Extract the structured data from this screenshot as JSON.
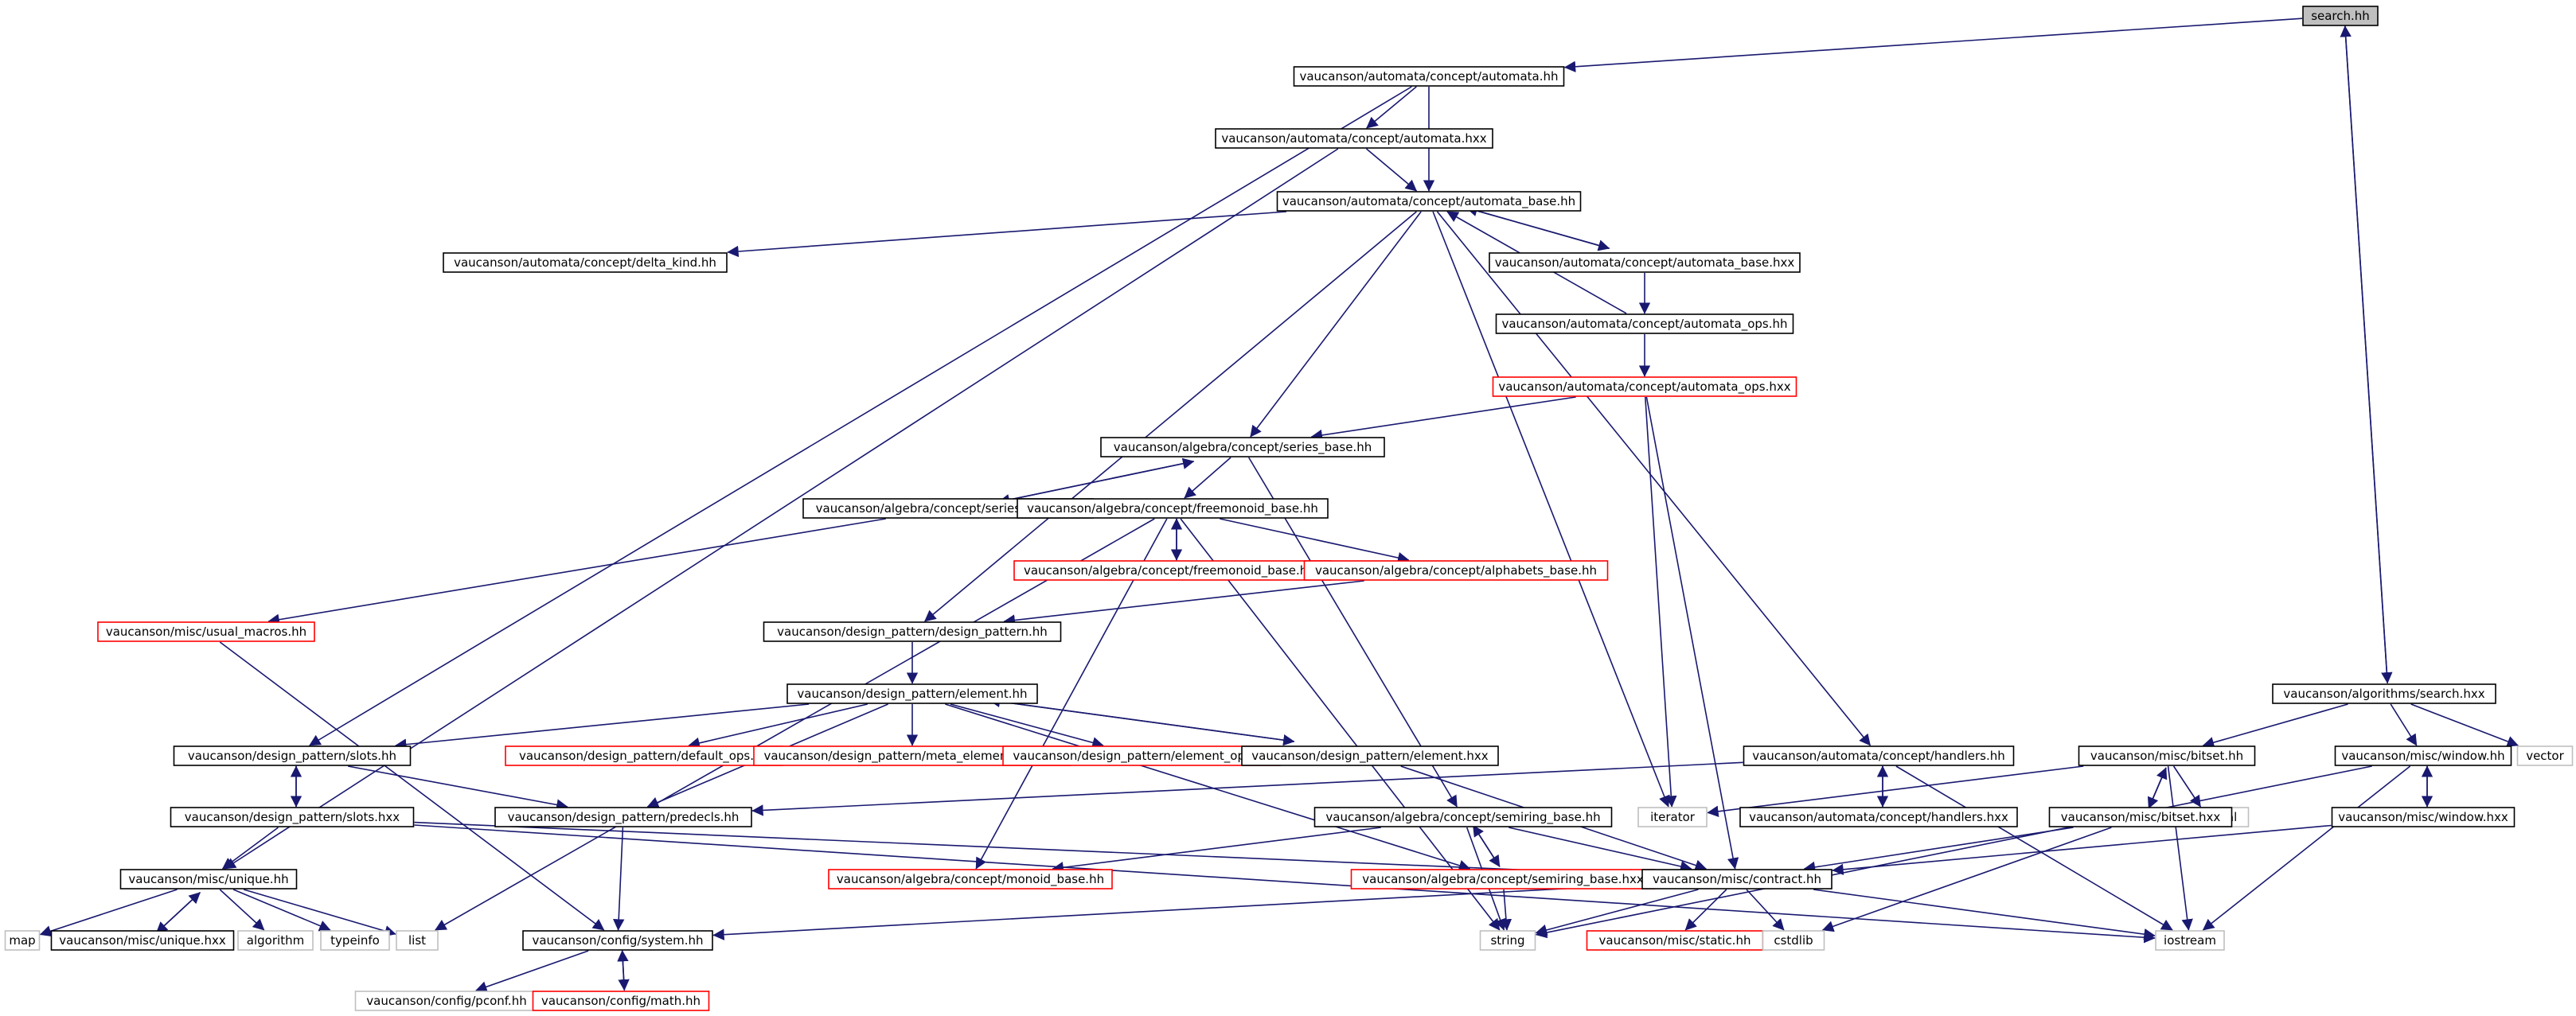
{
  "graph": {
    "nodes": [
      {
        "id": "n0",
        "label": "search.hh",
        "kind": "root"
      },
      {
        "id": "n1",
        "label": "vaucanson/automata/concept/automata.hh",
        "kind": "std"
      },
      {
        "id": "n2",
        "label": "vaucanson/automata/concept/automata.hxx",
        "kind": "std"
      },
      {
        "id": "n3",
        "label": "vaucanson/automata/concept/automata_base.hh",
        "kind": "std"
      },
      {
        "id": "n4",
        "label": "vaucanson/automata/concept/delta_kind.hh",
        "kind": "std"
      },
      {
        "id": "n5",
        "label": "vaucanson/automata/concept/automata_base.hxx",
        "kind": "std"
      },
      {
        "id": "n6",
        "label": "vaucanson/automata/concept/automata_ops.hh",
        "kind": "std"
      },
      {
        "id": "n7",
        "label": "vaucanson/automata/concept/automata_ops.hxx",
        "kind": "trunc"
      },
      {
        "id": "n8",
        "label": "vaucanson/algebra/concept/series_base.hh",
        "kind": "std"
      },
      {
        "id": "n9",
        "label": "vaucanson/algebra/concept/series_base.hxx",
        "kind": "std"
      },
      {
        "id": "n10",
        "label": "vaucanson/algebra/concept/freemonoid_base.hh",
        "kind": "std"
      },
      {
        "id": "n11",
        "label": "vaucanson/algebra/concept/freemonoid_base.hxx",
        "kind": "trunc"
      },
      {
        "id": "n12",
        "label": "vaucanson/algebra/concept/alphabets_base.hh",
        "kind": "trunc"
      },
      {
        "id": "n13",
        "label": "vaucanson/misc/usual_macros.hh",
        "kind": "trunc"
      },
      {
        "id": "n14",
        "label": "vaucanson/design_pattern/design_pattern.hh",
        "kind": "std"
      },
      {
        "id": "n15",
        "label": "vaucanson/design_pattern/element.hh",
        "kind": "std"
      },
      {
        "id": "n16",
        "label": "vaucanson/algorithms/search.hxx",
        "kind": "std"
      },
      {
        "id": "n17",
        "label": "vaucanson/design_pattern/slots.hh",
        "kind": "std"
      },
      {
        "id": "n18",
        "label": "vaucanson/design_pattern/default_ops.hh",
        "kind": "trunc"
      },
      {
        "id": "n19",
        "label": "vaucanson/design_pattern/meta_element_root.hh",
        "kind": "trunc"
      },
      {
        "id": "n20",
        "label": "vaucanson/design_pattern/element_ops.hh",
        "kind": "trunc"
      },
      {
        "id": "n21",
        "label": "vaucanson/design_pattern/element.hxx",
        "kind": "std"
      },
      {
        "id": "n22",
        "label": "vaucanson/automata/concept/handlers.hh",
        "kind": "std"
      },
      {
        "id": "n23",
        "label": "vaucanson/misc/bitset.hh",
        "kind": "std"
      },
      {
        "id": "n24",
        "label": "vaucanson/misc/window.hh",
        "kind": "std"
      },
      {
        "id": "n25",
        "label": "vector",
        "kind": "ext"
      },
      {
        "id": "n26",
        "label": "vaucanson/design_pattern/slots.hxx",
        "kind": "std"
      },
      {
        "id": "n27",
        "label": "vaucanson/design_pattern/predecls.hh",
        "kind": "std"
      },
      {
        "id": "n28",
        "label": "vaucanson/algebra/concept/semiring_base.hh",
        "kind": "std"
      },
      {
        "id": "n29",
        "label": "iterator",
        "kind": "ext"
      },
      {
        "id": "n30",
        "label": "vaucanson/automata/concept/handlers.hxx",
        "kind": "std"
      },
      {
        "id": "n31",
        "label": "functional",
        "kind": "ext"
      },
      {
        "id": "n32",
        "label": "vaucanson/misc/bitset.hxx",
        "kind": "std"
      },
      {
        "id": "n33",
        "label": "vaucanson/misc/window.hxx",
        "kind": "std"
      },
      {
        "id": "n34",
        "label": "vaucanson/misc/unique.hh",
        "kind": "std"
      },
      {
        "id": "n35",
        "label": "vaucanson/algebra/concept/monoid_base.hh",
        "kind": "trunc"
      },
      {
        "id": "n36",
        "label": "vaucanson/algebra/concept/semiring_base.hxx",
        "kind": "trunc"
      },
      {
        "id": "n37",
        "label": "vaucanson/misc/contract.hh",
        "kind": "std"
      },
      {
        "id": "n38",
        "label": "map",
        "kind": "ext"
      },
      {
        "id": "n39",
        "label": "vaucanson/misc/unique.hxx",
        "kind": "std"
      },
      {
        "id": "n40",
        "label": "algorithm",
        "kind": "ext"
      },
      {
        "id": "n41",
        "label": "typeinfo",
        "kind": "ext"
      },
      {
        "id": "n42",
        "label": "list",
        "kind": "ext"
      },
      {
        "id": "n43",
        "label": "vaucanson/config/system.hh",
        "kind": "std"
      },
      {
        "id": "n44",
        "label": "string",
        "kind": "ext"
      },
      {
        "id": "n45",
        "label": "vaucanson/misc/static.hh",
        "kind": "trunc"
      },
      {
        "id": "n46",
        "label": "cstdlib",
        "kind": "ext"
      },
      {
        "id": "n47",
        "label": "iostream",
        "kind": "ext"
      },
      {
        "id": "n48",
        "label": "vaucanson/config/pconf.hh",
        "kind": "ext"
      },
      {
        "id": "n49",
        "label": "vaucanson/config/math.hh",
        "kind": "trunc"
      }
    ],
    "edges": [
      [
        "n0",
        "n1"
      ],
      [
        "n0",
        "n16"
      ],
      [
        "n16",
        "n0"
      ],
      [
        "n1",
        "n2"
      ],
      [
        "n1",
        "n3"
      ],
      [
        "n1",
        "n17"
      ],
      [
        "n2",
        "n3"
      ],
      [
        "n2",
        "n34"
      ],
      [
        "n3",
        "n4"
      ],
      [
        "n3",
        "n5"
      ],
      [
        "n5",
        "n3"
      ],
      [
        "n3",
        "n8"
      ],
      [
        "n3",
        "n14"
      ],
      [
        "n3",
        "n29"
      ],
      [
        "n3",
        "n22"
      ],
      [
        "n5",
        "n6"
      ],
      [
        "n6",
        "n3"
      ],
      [
        "n6",
        "n7"
      ],
      [
        "n7",
        "n8"
      ],
      [
        "n7",
        "n29"
      ],
      [
        "n7",
        "n37"
      ],
      [
        "n8",
        "n9"
      ],
      [
        "n9",
        "n8"
      ],
      [
        "n8",
        "n10"
      ],
      [
        "n8",
        "n28"
      ],
      [
        "n9",
        "n13"
      ],
      [
        "n10",
        "n11"
      ],
      [
        "n11",
        "n10"
      ],
      [
        "n10",
        "n12"
      ],
      [
        "n10",
        "n42"
      ],
      [
        "n10",
        "n35"
      ],
      [
        "n10",
        "n44"
      ],
      [
        "n12",
        "n14"
      ],
      [
        "n13",
        "n43"
      ],
      [
        "n14",
        "n15"
      ],
      [
        "n15",
        "n17"
      ],
      [
        "n15",
        "n18"
      ],
      [
        "n15",
        "n19"
      ],
      [
        "n15",
        "n20"
      ],
      [
        "n15",
        "n21"
      ],
      [
        "n21",
        "n15"
      ],
      [
        "n15",
        "n27"
      ],
      [
        "n15",
        "n36"
      ],
      [
        "n16",
        "n23"
      ],
      [
        "n16",
        "n24"
      ],
      [
        "n16",
        "n25"
      ],
      [
        "n17",
        "n26"
      ],
      [
        "n26",
        "n17"
      ],
      [
        "n17",
        "n27"
      ],
      [
        "n26",
        "n34"
      ],
      [
        "n26",
        "n37"
      ],
      [
        "n26",
        "n47"
      ],
      [
        "n21",
        "n37"
      ],
      [
        "n22",
        "n27"
      ],
      [
        "n22",
        "n30"
      ],
      [
        "n30",
        "n22"
      ],
      [
        "n22",
        "n47"
      ],
      [
        "n23",
        "n29"
      ],
      [
        "n23",
        "n31"
      ],
      [
        "n23",
        "n32"
      ],
      [
        "n32",
        "n23"
      ],
      [
        "n23",
        "n47"
      ],
      [
        "n24",
        "n33"
      ],
      [
        "n33",
        "n24"
      ],
      [
        "n24",
        "n47"
      ],
      [
        "n24",
        "n44"
      ],
      [
        "n32",
        "n37"
      ],
      [
        "n32",
        "n46"
      ],
      [
        "n33",
        "n37"
      ],
      [
        "n27",
        "n43"
      ],
      [
        "n28",
        "n35"
      ],
      [
        "n28",
        "n36"
      ],
      [
        "n36",
        "n28"
      ],
      [
        "n28",
        "n37"
      ],
      [
        "n28",
        "n44"
      ],
      [
        "n36",
        "n44"
      ],
      [
        "n37",
        "n43"
      ],
      [
        "n37",
        "n44"
      ],
      [
        "n37",
        "n45"
      ],
      [
        "n37",
        "n46"
      ],
      [
        "n37",
        "n47"
      ],
      [
        "n34",
        "n38"
      ],
      [
        "n34",
        "n39"
      ],
      [
        "n39",
        "n34"
      ],
      [
        "n34",
        "n40"
      ],
      [
        "n34",
        "n41"
      ],
      [
        "n34",
        "n42"
      ],
      [
        "n43",
        "n48"
      ],
      [
        "n43",
        "n49"
      ],
      [
        "n49",
        "n43"
      ]
    ]
  }
}
